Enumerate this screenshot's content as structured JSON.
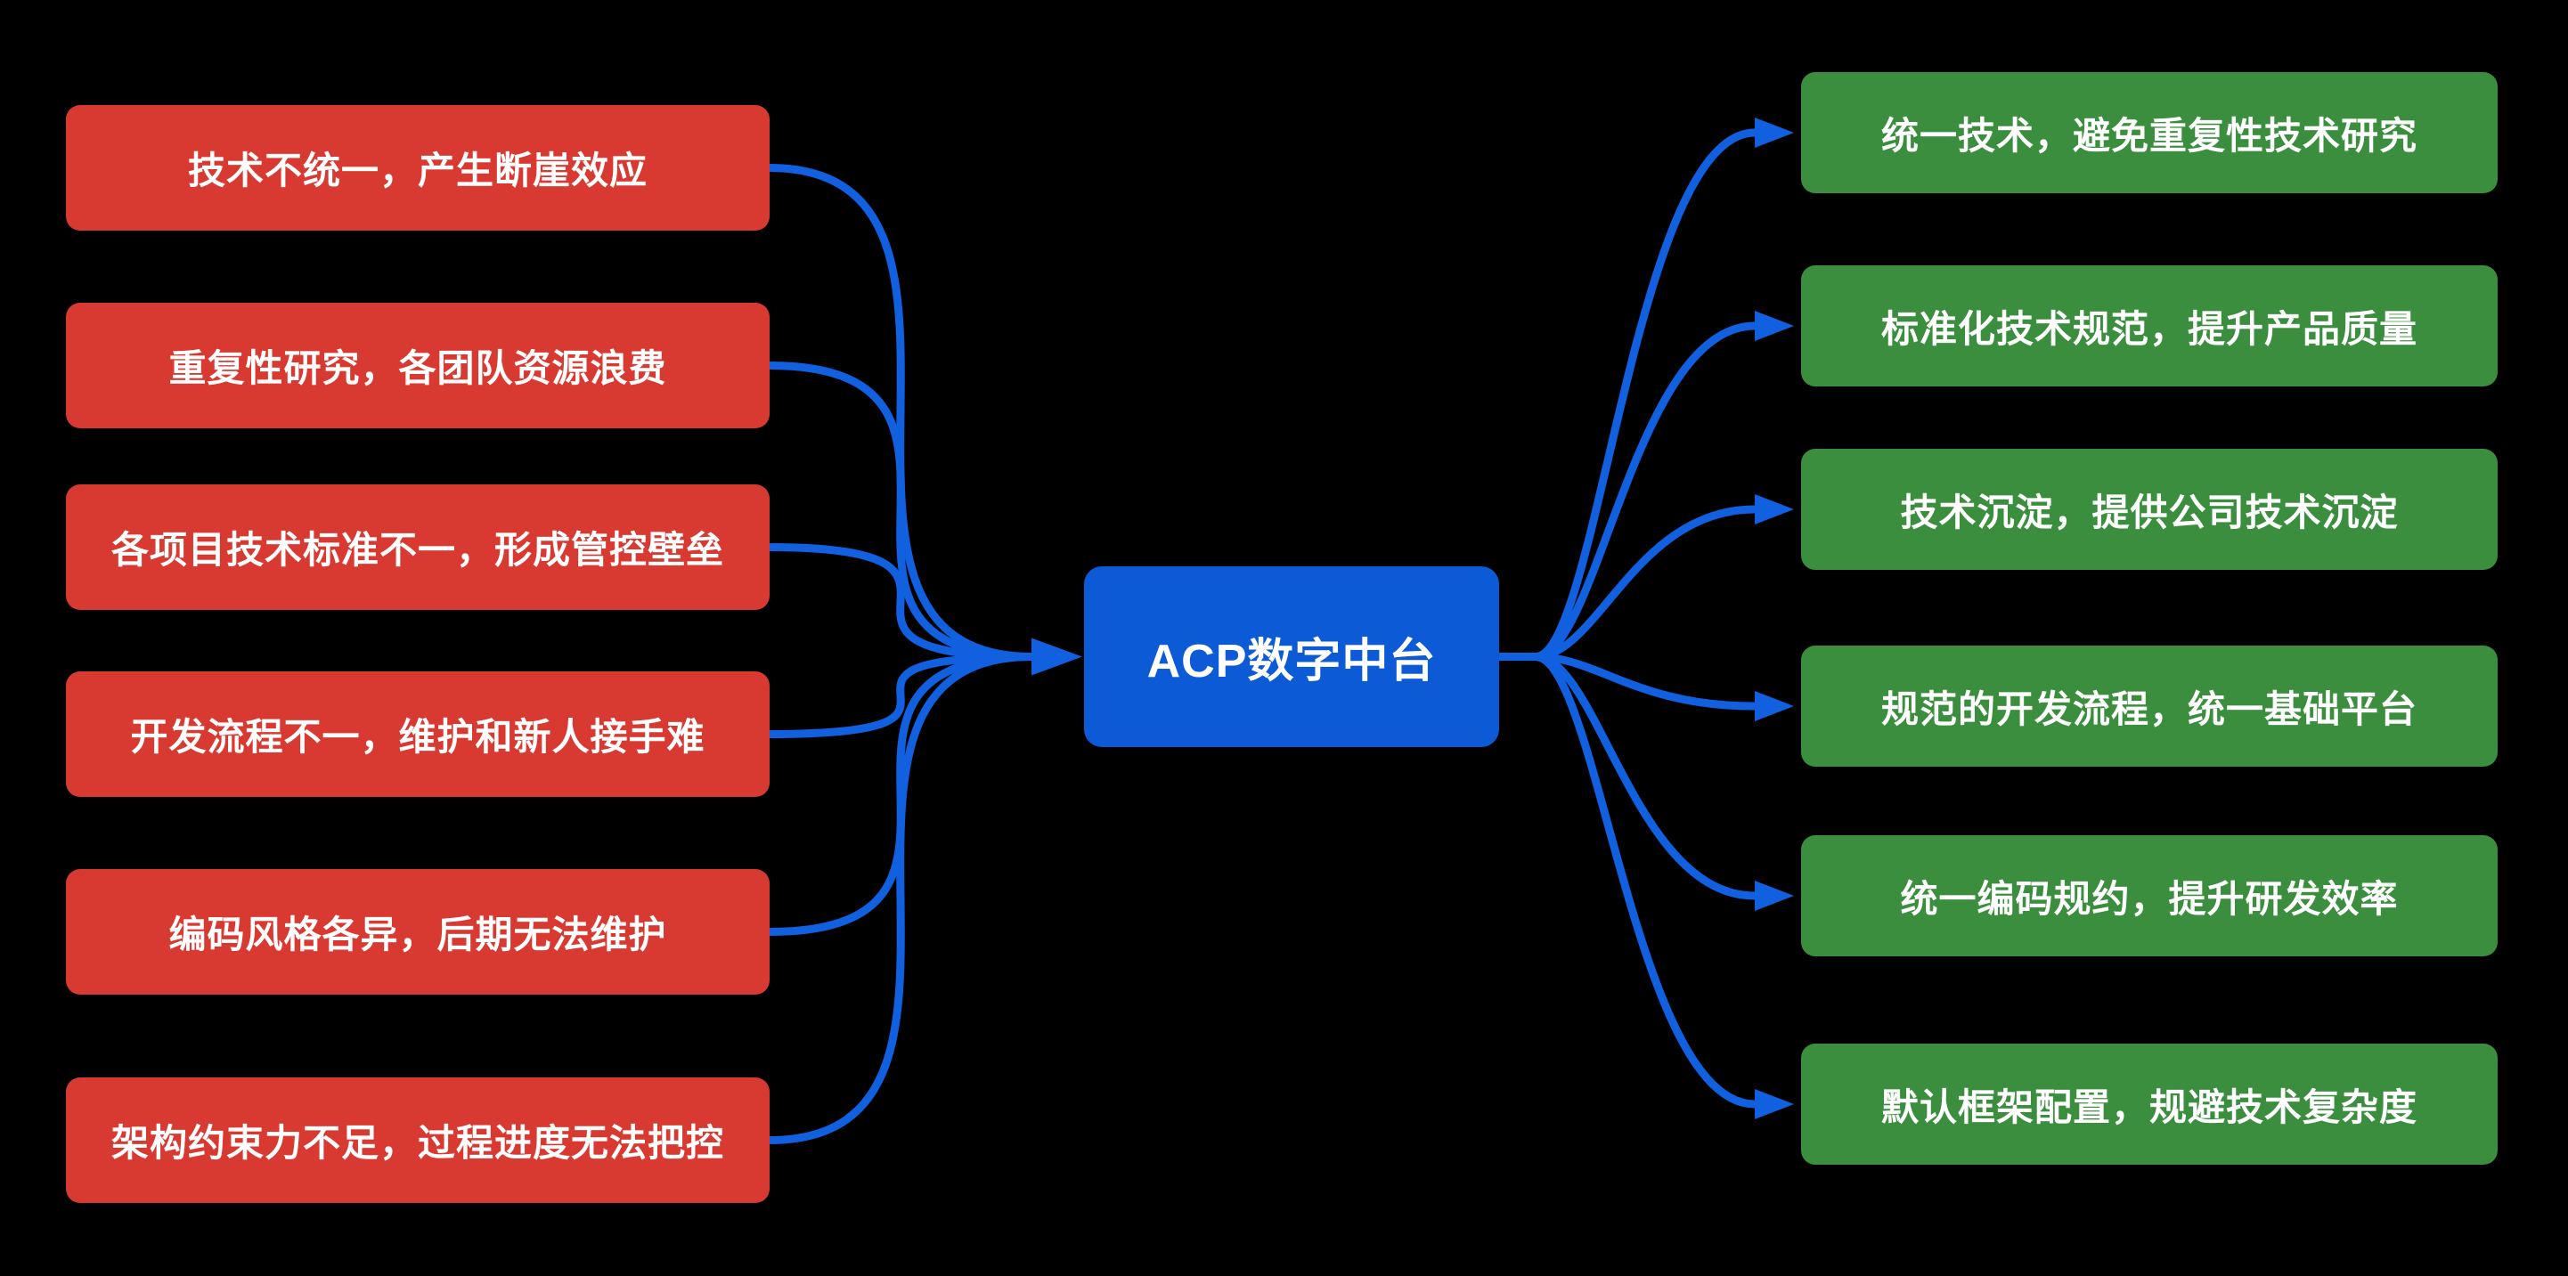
{
  "center": {
    "label": "ACP数字中台"
  },
  "problems": [
    {
      "label": "技术不统一，产生断崖效应"
    },
    {
      "label": "重复性研究，各团队资源浪费"
    },
    {
      "label": "各项目技术标准不一，形成管控壁垒"
    },
    {
      "label": "开发流程不一，维护和新人接手难"
    },
    {
      "label": "编码风格各异，后期无法维护"
    },
    {
      "label": "架构约束力不足，过程进度无法把控"
    }
  ],
  "benefits": [
    {
      "label": "统一技术，避免重复性技术研究"
    },
    {
      "label": "标准化技术规范，提升产品质量"
    },
    {
      "label": "技术沉淀，提供公司技术沉淀"
    },
    {
      "label": "规范的开发流程，统一基础平台"
    },
    {
      "label": "统一编码规约，提升研发效率"
    },
    {
      "label": "默认框架配置，规避技术复杂度"
    }
  ],
  "edges": {
    "left": {
      "type": "merge",
      "sources": [
        "problems.0",
        "problems.1",
        "problems.2",
        "problems.3",
        "problems.4",
        "problems.5"
      ],
      "target": "center",
      "arrowhead_at": "center"
    },
    "right": {
      "type": "fanout",
      "source": "center",
      "targets": [
        "benefits.0",
        "benefits.1",
        "benefits.2",
        "benefits.3",
        "benefits.4",
        "benefits.5"
      ],
      "arrowhead_at": "targets"
    }
  },
  "colors": {
    "background": "#000000",
    "problem_node": "#d83a32",
    "benefit_node": "#3a8e3e",
    "center_node": "#0c5ad5",
    "connector": "#1160e0",
    "node_text": "#ffffff"
  }
}
